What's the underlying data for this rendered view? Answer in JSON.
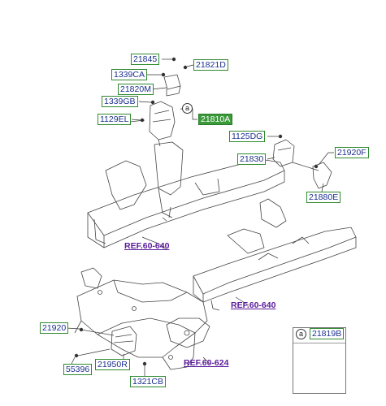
{
  "parts": {
    "p21845": "21845",
    "p21821D": "21821D",
    "p1339CA": "1339CA",
    "p21820M": "21820M",
    "p1339GB": "1339GB",
    "p1129EL": "1129EL",
    "p21810A": "21810A",
    "p1125DG": "1125DG",
    "p21830": "21830",
    "p21920F": "21920F",
    "p21880E": "21880E",
    "p21920": "21920",
    "p55396": "55396",
    "p21950R": "21950R",
    "p1321CB": "1321CB",
    "p21819B": "21819B"
  },
  "refs": {
    "ref1": "REF.60-640",
    "ref2": "REF.60-640",
    "ref3": "REF.60-624"
  },
  "callouts": {
    "main": "a",
    "inset": "a"
  },
  "colors": {
    "label_border": "#2f8a2f",
    "label_text": "#1a2f8f",
    "highlight_fill": "#3a9a3a",
    "ref_text": "#5a1a9a",
    "line": "#333333"
  }
}
